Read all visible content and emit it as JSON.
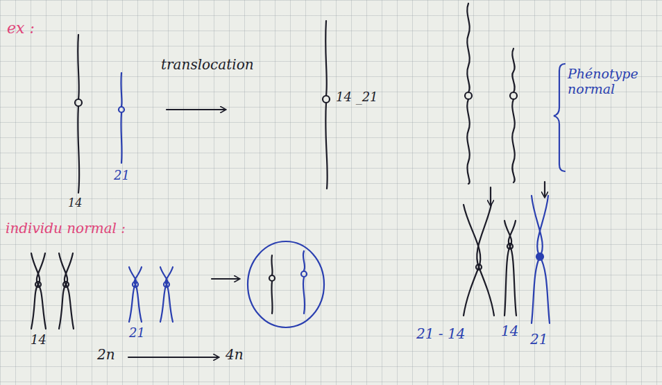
{
  "diagram": {
    "labels": [
      "ex :",
      "translocation",
      "21",
      "14",
      "14 _21",
      "Phénotype normal",
      "individu normal :",
      "14",
      "21",
      "2n",
      "4n",
      "21 - 14",
      "14",
      "21"
    ]
  }
}
